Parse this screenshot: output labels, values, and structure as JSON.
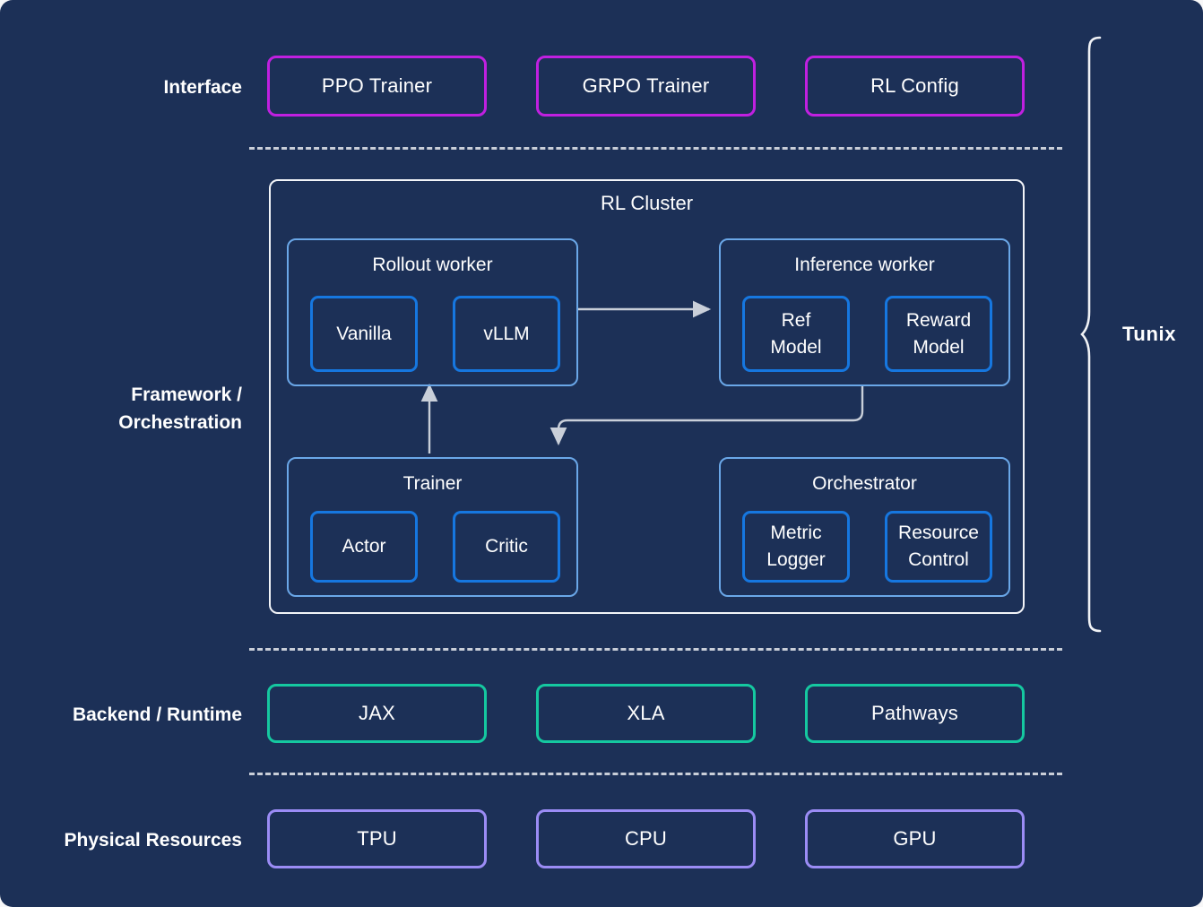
{
  "diagram": {
    "background_color": "#1c3057",
    "brace_label": "Tunix"
  },
  "rows": {
    "interface": {
      "label": "Interface",
      "accent_color": "#c020e0",
      "boxes": [
        {
          "label": "PPO Trainer"
        },
        {
          "label": "GRPO Trainer"
        },
        {
          "label": "RL Config"
        }
      ]
    },
    "framework": {
      "label": "Framework /\nOrchestration",
      "cluster_title": "RL Cluster",
      "cluster_border_color": "#f2f4f8",
      "group_border_color": "#6aa7e8",
      "inner_border_color": "#1677e0",
      "groups": [
        {
          "title": "Rollout worker",
          "items": [
            {
              "label": "Vanilla"
            },
            {
              "label": "vLLM"
            }
          ]
        },
        {
          "title": "Inference worker",
          "items": [
            {
              "label": "Ref\nModel"
            },
            {
              "label": "Reward\nModel"
            }
          ]
        },
        {
          "title": "Trainer",
          "items": [
            {
              "label": "Actor"
            },
            {
              "label": "Critic"
            }
          ]
        },
        {
          "title": "Orchestrator",
          "items": [
            {
              "label": "Metric\nLogger"
            },
            {
              "label": "Resource\nControl"
            }
          ]
        }
      ]
    },
    "backend": {
      "label": "Backend / Runtime",
      "accent_color": "#15c8a0",
      "boxes": [
        {
          "label": "JAX"
        },
        {
          "label": "XLA"
        },
        {
          "label": "Pathways"
        }
      ]
    },
    "physical": {
      "label": "Physical Resources",
      "accent_color": "#9b8cf5",
      "boxes": [
        {
          "label": "TPU"
        },
        {
          "label": "CPU"
        },
        {
          "label": "GPU"
        }
      ]
    }
  },
  "connectors": {
    "arrow_color": "#c9cfd9",
    "flows": [
      {
        "from": "Rollout worker",
        "to": "Inference worker"
      },
      {
        "from": "Inference worker",
        "to": "Trainer"
      },
      {
        "from": "Trainer",
        "to": "Rollout worker"
      }
    ]
  }
}
